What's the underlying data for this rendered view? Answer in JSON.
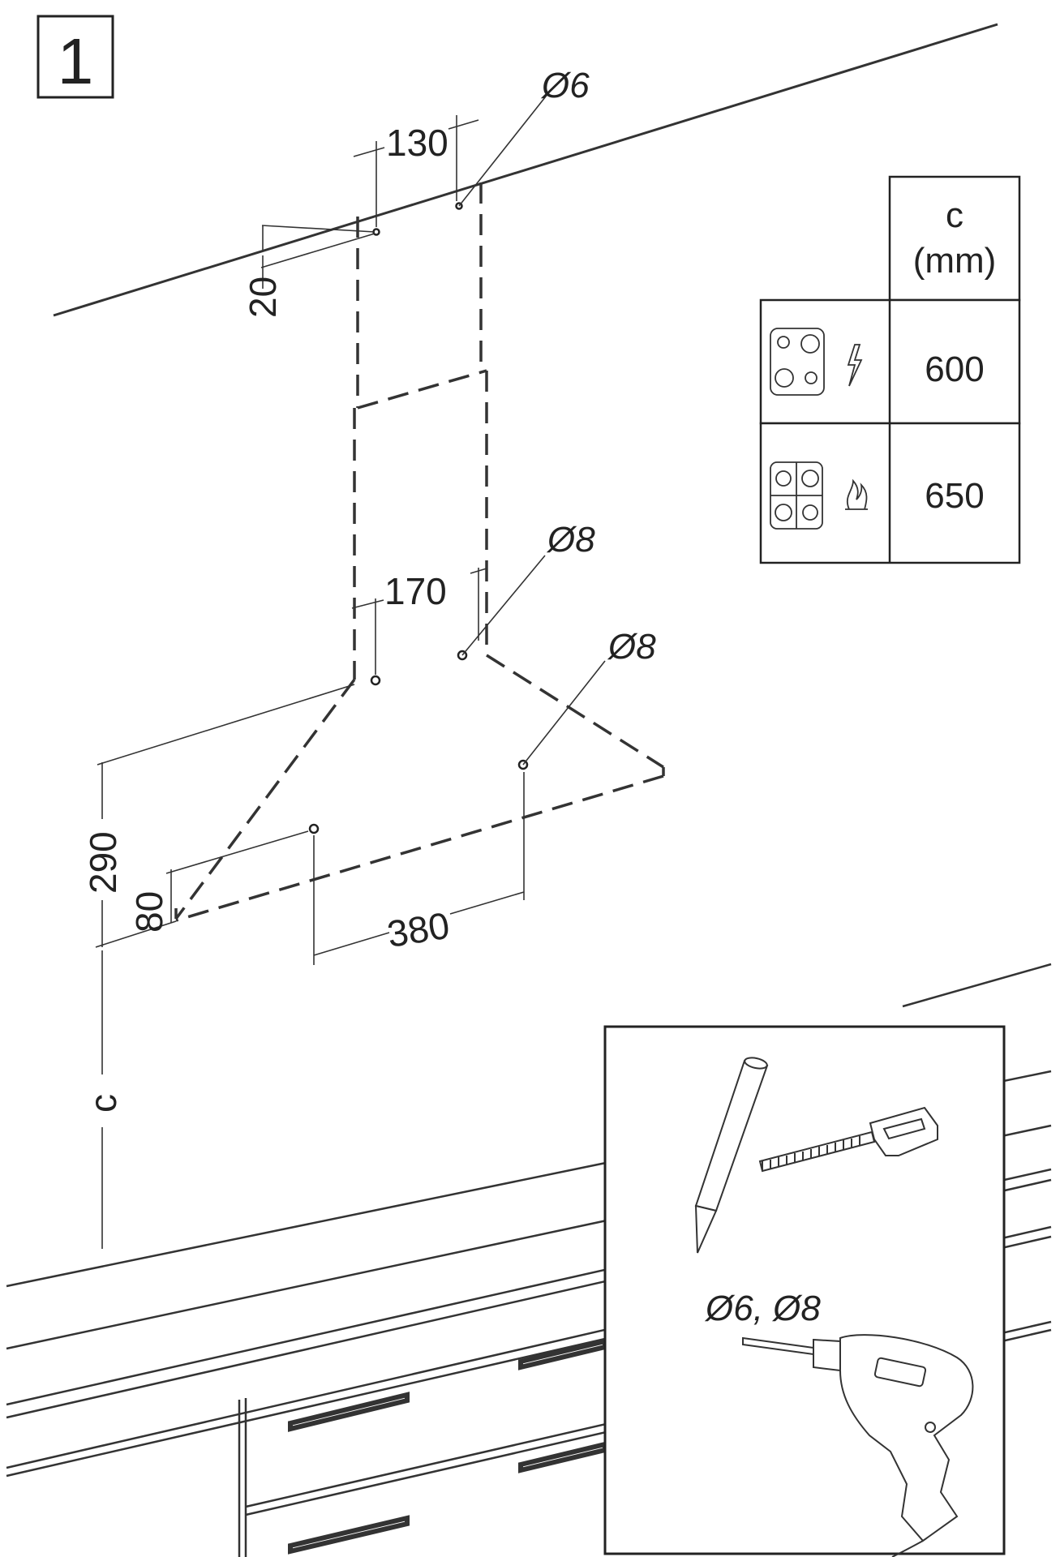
{
  "step": {
    "number": "1"
  },
  "dimensions": {
    "d130": "130",
    "d20": "20",
    "d170": "170",
    "d290": "290",
    "d80": "80",
    "d380": "380",
    "dc": "c"
  },
  "holes": {
    "top": "Ø6",
    "middle": "Ø8",
    "lower": "Ø8"
  },
  "table": {
    "header_line1": "c",
    "header_line2": "(mm)",
    "rows": [
      {
        "icon": "electric-hob-icon",
        "value": "600"
      },
      {
        "icon": "gas-hob-icon",
        "value": "650"
      }
    ]
  },
  "tools_panel": {
    "drill_bits": "Ø6, Ø8",
    "tools": [
      "pencil-icon",
      "tape-measure-icon",
      "drill-icon"
    ]
  }
}
